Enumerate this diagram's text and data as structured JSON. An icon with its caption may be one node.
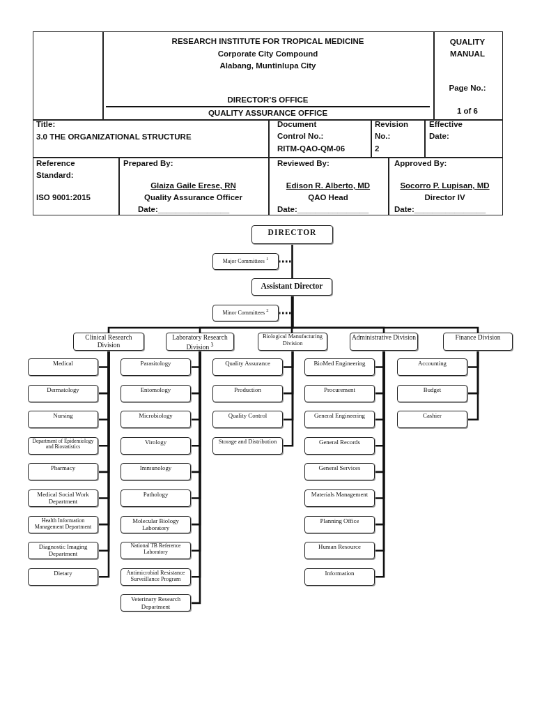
{
  "diagram": {
    "title": "3.0 THE ORGANIZATIONAL STRUCTURE",
    "nodes": [
      {
        "text": [
          "DIRECTOR"
        ]
      },
      {
        "text": [
          "Major Committees $^{1}$"
        ]
      },
      {
        "text": [
          "Assistant Director"
        ]
      },
      {
        "text": [
          "Minor Committees $^{2}$"
        ]
      },
      {
        "text": [
          "Clinical Research Division"
        ]
      },
      {
        "text": [
          "Laboratory Research Division $^{3}$"
        ]
      },
      {
        "text": [
          "Biological Manufacturing Division"
        ]
      },
      {
        "text": [
          "Administrative Division"
        ]
      },
      {
        "text": [
          "Finance Division"
        ]
      },
      {
        "text": [
          "Medical"
        ]
      },
      {
        "text": [
          "Dermatology"
        ]
      },
      {
        "text": [
          "Nursing"
        ]
      },
      {
        "text": [
          "Department of Epidemiology and Biostatistics"
        ]
      },
      {
        "text": [
          "Pharmacy"
        ]
      },
      {
        "text": [
          "Medical Social Work Department"
        ]
      },
      {
        "text": [
          "Health Information Management Department"
        ]
      },
      {
        "text": [
          "Diagnostic Imaging Department"
        ]
      },
      {
        "text": [
          "Dietary"
        ]
      },
      {
        "text": [
          "Parasitology"
        ]
      },
      {
        "text": [
          "Entomology"
        ]
      },
      {
        "text": [
          "Microbiology"
        ]
      },
      {
        "text": [
          "Virology"
        ]
      },
      {
        "text": [
          "Immunology"
        ]
      },
      {
        "text": [
          "Pathology"
        ]
      },
      {
        "text": [
          "Molecular Biology Laboratory"
        ]
      },
      {
        "text": [
          "National TB Reference Laboratory"
        ]
      },
      {
        "text": [
          "Antimicrobial Resistance Surveillance Program"
        ]
      },
      {
        "text": [
          "Veterinary Research Department"
        ]
      },
      {
        "text": [
          "Quality Assurance"
        ]
      },
      {
        "text": [
          "Production"
        ]
      },
      {
        "text": [
          "Quality Control"
        ]
      },
      {
        "text": [
          "Storage and Distribution"
        ]
      },
      {
        "text": [
          "BioMed Engineering"
        ]
      },
      {
        "text": [
          "Procurement"
        ]
      },
      {
        "text": [
          "General Engineering"
        ]
      },
      {
        "text": [
          "General Records"
        ]
      },
      {
        "text": [
          "General Services"
        ]
      },
      {
        "text": [
          "Materials Management"
        ]
      },
      {
        "text": [
          "Planning Office"
        ]
      },
      {
        "text": [
          "Human Resource"
        ]
      },
      {
        "text": [
          "Information"
        ]
      },
      {
        "text": [
          "Accounting"
        ]
      },
      {
        "text": [
          "Budget"
        ]
      },
      {
        "text": [
          "Cashier"
        ]
      }
    ],
    "edges": [
      {
        "from": 0,
        "to": 2,
        "arrow": "none"
      },
      {
        "from": 1,
        "to": null,
        "arrow": "none",
        "style": "dashed"
      },
      {
        "from": 3,
        "to": null,
        "arrow": "none",
        "style": "dashed"
      },
      {
        "from": 2,
        "to": 4,
        "arrow": "none"
      },
      {
        "from": 2,
        "to": 5,
        "arrow": "none"
      },
      {
        "from": 2,
        "to": 6,
        "arrow": "none"
      },
      {
        "from": 2,
        "to": 7,
        "arrow": "none"
      },
      {
        "from": 2,
        "to": 8,
        "arrow": "none"
      },
      {
        "from": 4,
        "to": 9,
        "arrow": "none"
      },
      {
        "from": 4,
        "to": 10,
        "arrow": "none"
      },
      {
        "from": 4,
        "to": 11,
        "arrow": "none"
      },
      {
        "from": 4,
        "to": 12,
        "arrow": "none"
      },
      {
        "from": 4,
        "to": 13,
        "arrow": "none"
      },
      {
        "from": 4,
        "to": 14,
        "arrow": "none"
      },
      {
        "from": 4,
        "to": 15,
        "arrow": "none"
      },
      {
        "from": 4,
        "to": 16,
        "arrow": "none"
      },
      {
        "from": 4,
        "to": 17,
        "arrow": "none"
      },
      {
        "from": 5,
        "to": 18,
        "arrow": "none"
      },
      {
        "from": 5,
        "to": 19,
        "arrow": "none"
      },
      {
        "from": 5,
        "to": 20,
        "arrow": "none"
      },
      {
        "from": 5,
        "to": 21,
        "arrow": "none"
      },
      {
        "from": 5,
        "to": 22,
        "arrow": "none"
      },
      {
        "from": 5,
        "to": 23,
        "arrow": "none"
      },
      {
        "from": 5,
        "to": 24,
        "arrow": "none"
      },
      {
        "from": 5,
        "to": 25,
        "arrow": "none"
      },
      {
        "from": 5,
        "to": 26,
        "arrow": "none"
      },
      {
        "from": 5,
        "to": 27,
        "arrow": "none"
      },
      {
        "from": 6,
        "to": 28,
        "arrow": "none"
      },
      {
        "from": 6,
        "to": 29,
        "arrow": "none"
      },
      {
        "from": 6,
        "to": 30,
        "arrow": "none"
      },
      {
        "from": 6,
        "to": 31,
        "arrow": "none"
      },
      {
        "from": 7,
        "to": 32,
        "arrow": "none"
      },
      {
        "from": 7,
        "to": 33,
        "arrow": "none"
      },
      {
        "from": 7,
        "to": 34,
        "arrow": "none"
      },
      {
        "from": 7,
        "to": 35,
        "arrow": "none"
      },
      {
        "from": 7,
        "to": 36,
        "arrow": "none"
      },
      {
        "from": 7,
        "to": 37,
        "arrow": "none"
      },
      {
        "from": 7,
        "to": 38,
        "arrow": "none"
      },
      {
        "from": 7,
        "to": 39,
        "arrow": "none"
      },
      {
        "from": 7,
        "to": 40,
        "arrow": "none"
      },
      {
        "from": 8,
        "to": 41,
        "arrow": "none"
      },
      {
        "from": 8,
        "to": 42,
        "arrow": "none"
      },
      {
        "from": 8,
        "to": 43,
        "arrow": "none"
      }
    ],
    "labels": [
      "RESEARCH INSTITUTE FOR TROPICAL MEDICINE",
      "Corporate City Compound",
      "Alabang, Muntinlupa City",
      "DIRECTOR’S OFFICE",
      "QUALITY ASSURANCE OFFICE",
      "QUALITY MANUAL",
      "Page No.:",
      "1 of 6",
      "Title:",
      "Document Control No.:",
      "RITM-QAO-QM-06",
      "Revision No.:",
      "2",
      "Effective Date:",
      "Reference Standard:",
      "ISO 9001:2015",
      "Prepared By:",
      "Glaiza Gaile Erese, RN",
      "Quality Assurance Officer",
      "Date:________________",
      "Reviewed By:",
      "Edison R. Alberto, MD",
      "QAO Head",
      "Date:________________",
      "Approved By:",
      "Socorro P. Lupisan, MD",
      "Director IV",
      "Date:________________"
    ]
  }
}
